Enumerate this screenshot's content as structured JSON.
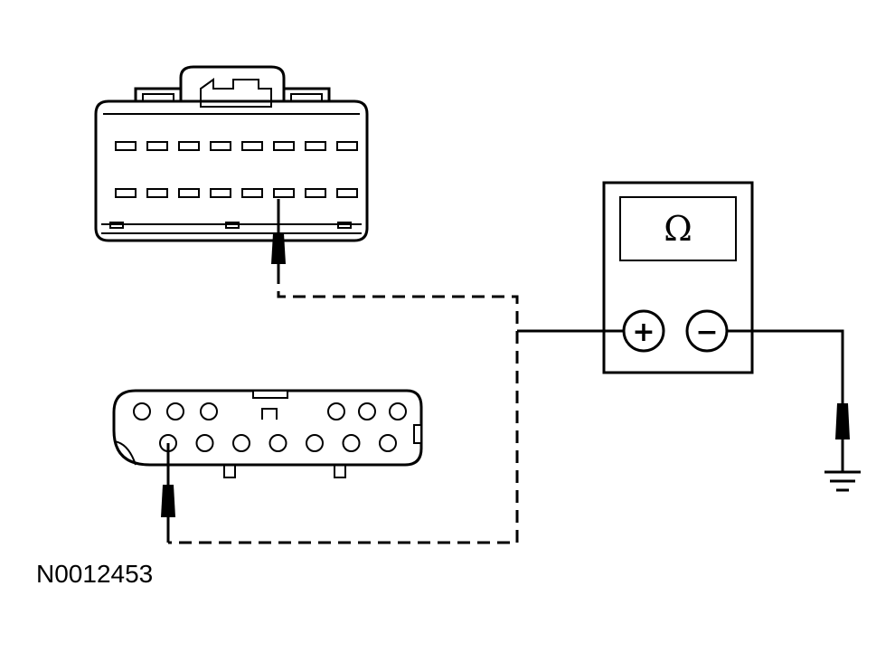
{
  "diagram": {
    "figure_id": "N0012453",
    "meter": {
      "display_symbol": "Ω",
      "positive_label": "+",
      "negative_label": "−"
    },
    "connector_top": {
      "upper_pins": 8,
      "lower_pins": 8,
      "probed_pin_index": 5
    },
    "connector_bottom": {
      "upper_pins": 6,
      "lower_pins": 7,
      "probed_pin_index": 0
    }
  }
}
